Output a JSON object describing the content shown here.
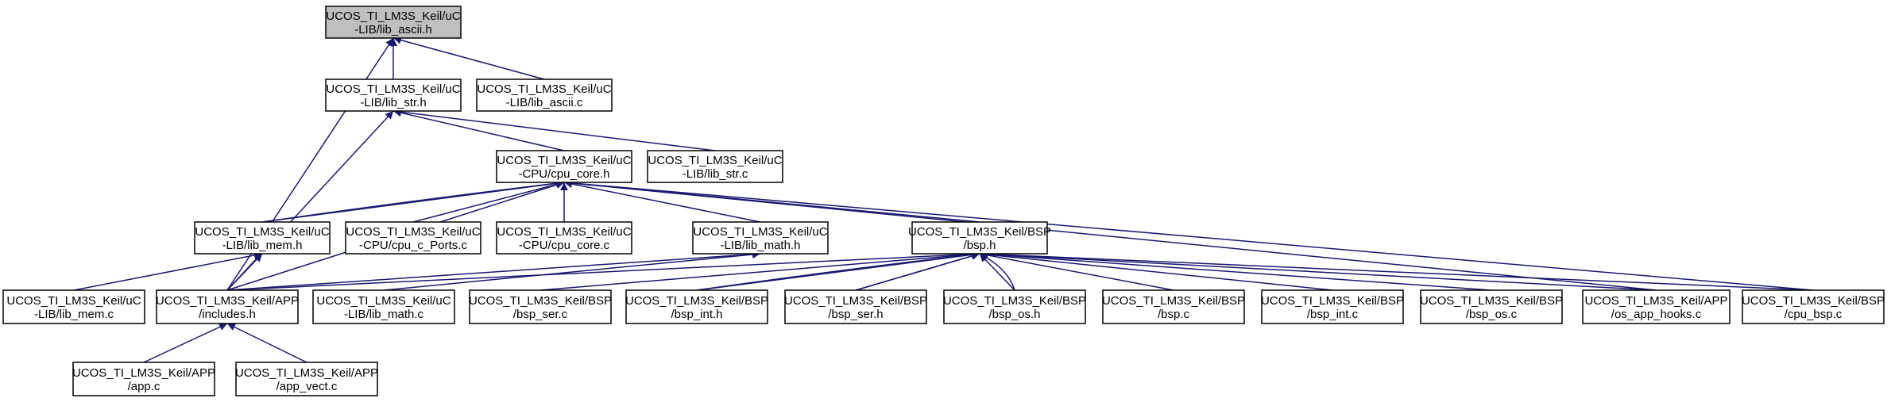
{
  "colors": {
    "edge": "#191970",
    "root_fill": "#bfbfbf",
    "node_fill": "#ffffff",
    "border": "#000000"
  },
  "nodes": {
    "lib_ascii_h": {
      "line1": "UCOS_TI_LM3S_Keil/uC",
      "line2": "-LIB/lib_ascii.h",
      "root": true
    },
    "lib_str_h": {
      "line1": "UCOS_TI_LM3S_Keil/uC",
      "line2": "-LIB/lib_str.h"
    },
    "lib_ascii_c": {
      "line1": "UCOS_TI_LM3S_Keil/uC",
      "line2": "-LIB/lib_ascii.c"
    },
    "cpu_core_h": {
      "line1": "UCOS_TI_LM3S_Keil/uC",
      "line2": "-CPU/cpu_core.h"
    },
    "lib_str_c": {
      "line1": "UCOS_TI_LM3S_Keil/uC",
      "line2": "-LIB/lib_str.c"
    },
    "lib_mem_h": {
      "line1": "UCOS_TI_LM3S_Keil/uC",
      "line2": "-LIB/lib_mem.h"
    },
    "cpu_c_ports": {
      "line1": "UCOS_TI_LM3S_Keil/uC",
      "line2": "-CPU/cpu_c_Ports.c"
    },
    "cpu_core_c": {
      "line1": "UCOS_TI_LM3S_Keil/uC",
      "line2": "-CPU/cpu_core.c"
    },
    "lib_math_h": {
      "line1": "UCOS_TI_LM3S_Keil/uC",
      "line2": "-LIB/lib_math.h"
    },
    "bsp_h": {
      "line1": "UCOS_TI_LM3S_Keil/BSP",
      "line2": "/bsp.h"
    },
    "lib_mem_c": {
      "line1": "UCOS_TI_LM3S_Keil/uC",
      "line2": "-LIB/lib_mem.c"
    },
    "includes_h": {
      "line1": "UCOS_TI_LM3S_Keil/APP",
      "line2": "/includes.h"
    },
    "lib_math_c": {
      "line1": "UCOS_TI_LM3S_Keil/uC",
      "line2": "-LIB/lib_math.c"
    },
    "bsp_ser_c": {
      "line1": "UCOS_TI_LM3S_Keil/BSP",
      "line2": "/bsp_ser.c"
    },
    "bsp_int_h": {
      "line1": "UCOS_TI_LM3S_Keil/BSP",
      "line2": "/bsp_int.h"
    },
    "bsp_ser_h": {
      "line1": "UCOS_TI_LM3S_Keil/BSP",
      "line2": "/bsp_ser.h"
    },
    "bsp_os_h": {
      "line1": "UCOS_TI_LM3S_Keil/BSP",
      "line2": "/bsp_os.h"
    },
    "bsp_c": {
      "line1": "UCOS_TI_LM3S_Keil/BSP",
      "line2": "/bsp.c"
    },
    "bsp_int_c": {
      "line1": "UCOS_TI_LM3S_Keil/BSP",
      "line2": "/bsp_int.c"
    },
    "bsp_os_c": {
      "line1": "UCOS_TI_LM3S_Keil/BSP",
      "line2": "/bsp_os.c"
    },
    "os_app_hooks": {
      "line1": "UCOS_TI_LM3S_Keil/APP",
      "line2": "/os_app_hooks.c"
    },
    "cpu_bsp_c": {
      "line1": "UCOS_TI_LM3S_Keil/BSP",
      "line2": "/cpu_bsp.c"
    },
    "app_c": {
      "line1": "UCOS_TI_LM3S_Keil/APP",
      "line2": "/app.c"
    },
    "app_vect_c": {
      "line1": "UCOS_TI_LM3S_Keil/APP",
      "line2": "/app_vect.c"
    }
  },
  "edges": [
    [
      "lib_str_h",
      "lib_ascii_h"
    ],
    [
      "lib_ascii_c",
      "lib_ascii_h"
    ],
    [
      "includes_h",
      "lib_ascii_h"
    ],
    [
      "cpu_core_h",
      "lib_str_h"
    ],
    [
      "lib_str_c",
      "lib_str_h"
    ],
    [
      "includes_h",
      "lib_str_h"
    ],
    [
      "lib_mem_h",
      "cpu_core_h"
    ],
    [
      "lib_mem_h",
      "cpu_core_h"
    ],
    [
      "cpu_c_ports",
      "cpu_core_h"
    ],
    [
      "cpu_core_c",
      "cpu_core_h"
    ],
    [
      "lib_math_h",
      "cpu_core_h"
    ],
    [
      "bsp_h",
      "cpu_core_h"
    ],
    [
      "includes_h",
      "cpu_core_h"
    ],
    [
      "os_app_hooks",
      "cpu_core_h"
    ],
    [
      "cpu_bsp_c",
      "cpu_core_h"
    ],
    [
      "lib_mem_c",
      "lib_mem_h"
    ],
    [
      "includes_h",
      "lib_mem_h"
    ],
    [
      "includes_h",
      "lib_math_h"
    ],
    [
      "lib_math_c",
      "lib_math_h"
    ],
    [
      "includes_h",
      "bsp_h"
    ],
    [
      "bsp_ser_c",
      "bsp_h"
    ],
    [
      "bsp_int_h",
      "bsp_h"
    ],
    [
      "bsp_int_h",
      "bsp_h"
    ],
    [
      "bsp_ser_h",
      "bsp_h"
    ],
    [
      "bsp_ser_h",
      "bsp_h"
    ],
    [
      "bsp_os_h",
      "bsp_h"
    ],
    [
      "bsp_os_h",
      "bsp_h"
    ],
    [
      "bsp_c",
      "bsp_h"
    ],
    [
      "bsp_int_c",
      "bsp_h"
    ],
    [
      "bsp_os_c",
      "bsp_h"
    ],
    [
      "os_app_hooks",
      "bsp_h"
    ],
    [
      "cpu_bsp_c",
      "bsp_h"
    ],
    [
      "app_c",
      "includes_h"
    ],
    [
      "app_vect_c",
      "includes_h"
    ]
  ]
}
